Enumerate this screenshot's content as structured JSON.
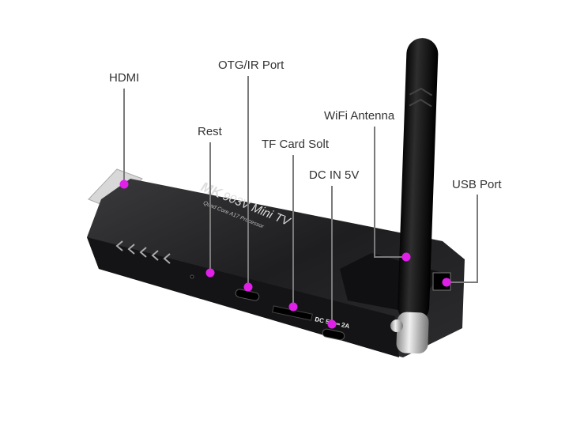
{
  "colors": {
    "marker": "#e020e8",
    "leader": "#7a7a7a",
    "body": "#1b1b1d"
  },
  "device": {
    "brand": "MK",
    "model": "903V Mini TV",
    "subtitle": "Quad Core A17 Processor",
    "dc_marking": "DC 5V ⎓ 2A"
  },
  "callouts": [
    {
      "label": "HDMI"
    },
    {
      "label": "OTG/IR Port"
    },
    {
      "label": "Rest"
    },
    {
      "label": "TF Card Solt"
    },
    {
      "label": "DC IN 5V"
    },
    {
      "label": "WiFi Antenna"
    },
    {
      "label": "USB Port"
    }
  ]
}
